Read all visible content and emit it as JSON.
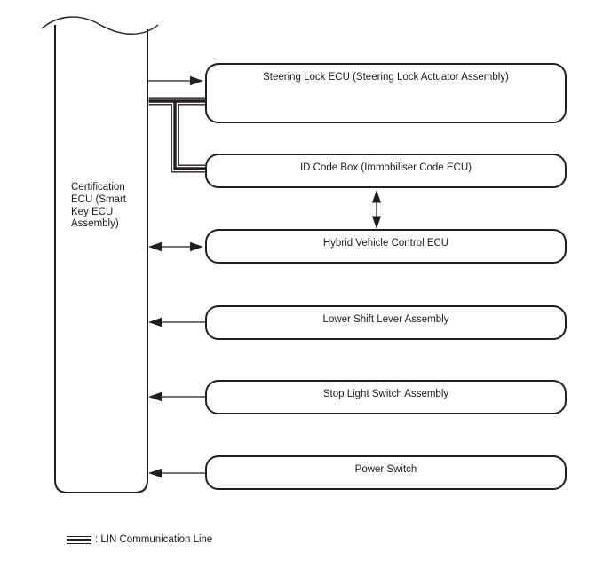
{
  "ecu": {
    "label_lines": [
      "Certification",
      "ECU (Smart",
      "Key ECU",
      "Assembly)"
    ]
  },
  "nodes": [
    {
      "label": "Steering Lock ECU (Steering Lock Actuator Assembly)"
    },
    {
      "label": "ID Code Box (Immobiliser Code ECU)"
    },
    {
      "label": "Hybrid Vehicle Control ECU"
    },
    {
      "label": "Lower Shift Lever Assembly"
    },
    {
      "label": "Stop Light Switch Assembly"
    },
    {
      "label": "Power Switch"
    }
  ],
  "legend": {
    "symbol_name": "lin-line-symbol",
    "label": ": LIN Communication Line"
  },
  "colors": {
    "line": "#231f20",
    "background": "#ffffff"
  }
}
